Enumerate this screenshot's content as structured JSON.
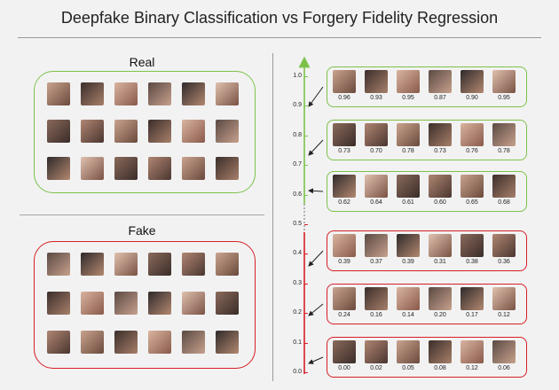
{
  "title": "Deepfake Binary Classification vs Forgery Fidelity Regression",
  "labels": {
    "real": "Real",
    "fake": "Fake"
  },
  "colors": {
    "real": "#7cc24a",
    "fake": "#d61f26",
    "axis_green": "#7cc24a",
    "axis_red": "#d61f26"
  },
  "axis_ticks": [
    "1.0",
    "0.9",
    "0.8",
    "0.7",
    "0.6",
    "0.5",
    "0.4",
    "0.3",
    "0.2",
    "0.1",
    "0.0"
  ],
  "score_rows": [
    {
      "group": "real",
      "scores": [
        "0.96",
        "0.93",
        "0.95",
        "0.87",
        "0.90",
        "0.95"
      ]
    },
    {
      "group": "real",
      "scores": [
        "0.73",
        "0.70",
        "0.78",
        "0.73",
        "0.76",
        "0.78"
      ]
    },
    {
      "group": "real",
      "scores": [
        "0.62",
        "0.64",
        "0.61",
        "0.60",
        "0.65",
        "0.68"
      ]
    },
    {
      "group": "fake",
      "scores": [
        "0.39",
        "0.37",
        "0.39",
        "0.31",
        "0.38",
        "0.36"
      ]
    },
    {
      "group": "fake",
      "scores": [
        "0.24",
        "0.16",
        "0.14",
        "0.20",
        "0.17",
        "0.12"
      ]
    },
    {
      "group": "fake",
      "scores": [
        "0.00",
        "0.02",
        "0.05",
        "0.08",
        "0.12",
        "0.06"
      ]
    }
  ]
}
